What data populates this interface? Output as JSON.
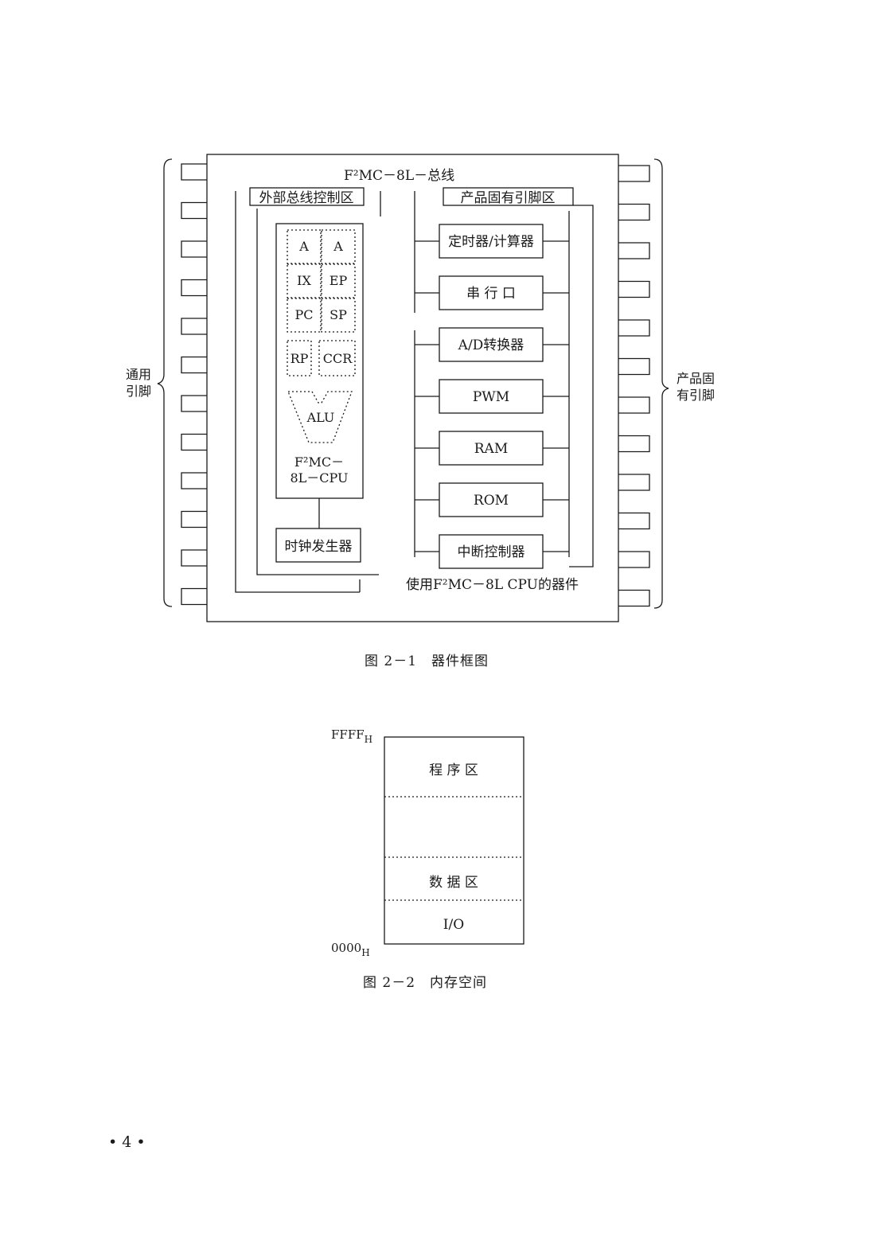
{
  "figure1": {
    "bus_label": "F²MC－8L－总线",
    "left_region": "外部总线控制区",
    "right_region": "产品固有引脚区",
    "registers": [
      "A",
      "A",
      "IX",
      "EP",
      "PC",
      "SP",
      "RP",
      "CCR"
    ],
    "alu": "ALU",
    "cpu_label_line1": "F²MC－",
    "cpu_label_line2": "8L－CPU",
    "clock": "时钟发生器",
    "peripherals": [
      "定时器/计算器",
      "串 行 口",
      "A/D转换器",
      "PWM",
      "RAM",
      "ROM",
      "中断控制器"
    ],
    "device_caption": "使用F²MC－8L CPU的器件",
    "left_pins_label_1": "通用",
    "left_pins_label_2": "引脚",
    "right_pins_label_1": "产品固",
    "right_pins_label_2": "有引脚",
    "caption": "图 2－1　器件框图"
  },
  "figure2": {
    "top_address": "FFFF",
    "top_address_sub": "H",
    "bottom_address": "0000",
    "bottom_address_sub": "H",
    "regions": [
      "程 序 区",
      "",
      "数 据 区",
      "I/O"
    ],
    "caption": "图 2－2　内存空间"
  },
  "page_number": "• 4 •"
}
